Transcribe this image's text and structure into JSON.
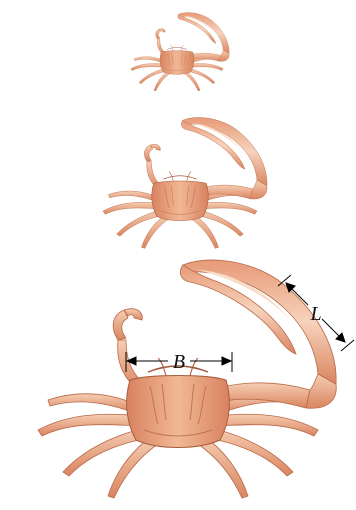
{
  "figure": {
    "width_label": "B",
    "claw_label": "L",
    "crabs": [
      "small-crab",
      "medium-crab",
      "large-crab"
    ],
    "colors": {
      "shell_light": "#f4c4a6",
      "shell_mid": "#e59b78",
      "shell_dark": "#c8704f",
      "line": "#000000"
    }
  }
}
